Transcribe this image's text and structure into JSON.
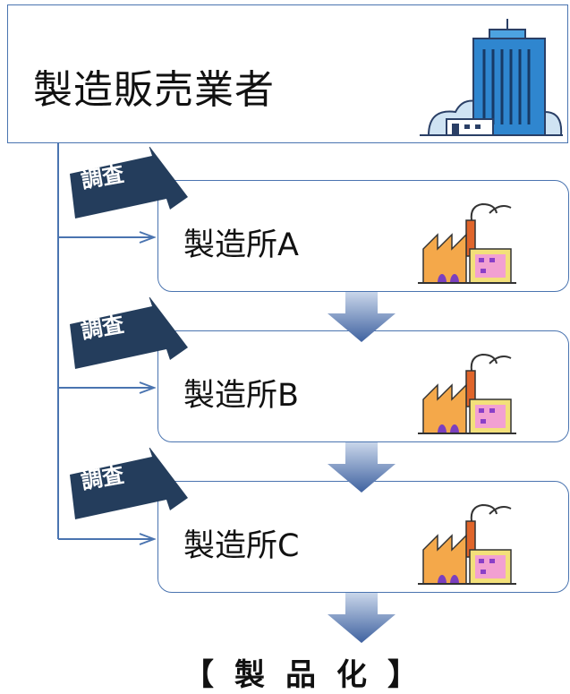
{
  "manufacturer": {
    "label": "製造販売業者",
    "icon": "office-building-icon"
  },
  "factories": [
    {
      "label": "製造所A",
      "icon": "factory-icon"
    },
    {
      "label": "製造所B",
      "icon": "factory-icon"
    },
    {
      "label": "製造所C",
      "icon": "factory-icon"
    }
  ],
  "survey_label": "調査",
  "final_label": "【製品化】",
  "colors": {
    "border": "#4a74b0",
    "survey_arrow": "#243d5c",
    "flow_arrow": "#5b7fb3"
  }
}
